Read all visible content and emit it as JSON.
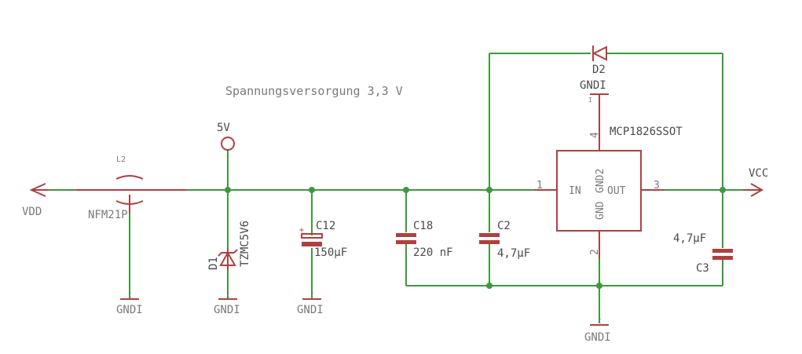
{
  "title": "Spannungsversorgung 3,3 V",
  "nets": {
    "vdd": "VDD",
    "vcc": "VCC",
    "v5": "5V",
    "gnd1": "GNDI",
    "gnd2": "GNDI",
    "gnd3": "GNDI",
    "gnd4": "GNDI",
    "gnd5": "GNDI"
  },
  "parts": {
    "l2_ref": "L2",
    "l2_value": "NFM21P",
    "d1_ref": "D1",
    "d1_value": "TZMC5V6",
    "c12_ref": "C12",
    "c12_value": "150µF",
    "c18_ref": "C18",
    "c18_value": "220 nF",
    "c2_ref": "C2",
    "c2_value": "4,7µF",
    "c3_ref": "C3",
    "c3_value": "4,7µF",
    "d2_ref": "D2",
    "u_value": "MCP1826SSOT"
  },
  "regulator": {
    "in": "IN",
    "out": "OUT",
    "gnd": "GND",
    "gnd2": "GND2",
    "pin1": "1",
    "pin2": "2",
    "pin3": "3",
    "pin4": "4"
  },
  "colors": {
    "wire": "#3c9a3c",
    "component": "#b04040",
    "label": "#7a7a7a"
  }
}
